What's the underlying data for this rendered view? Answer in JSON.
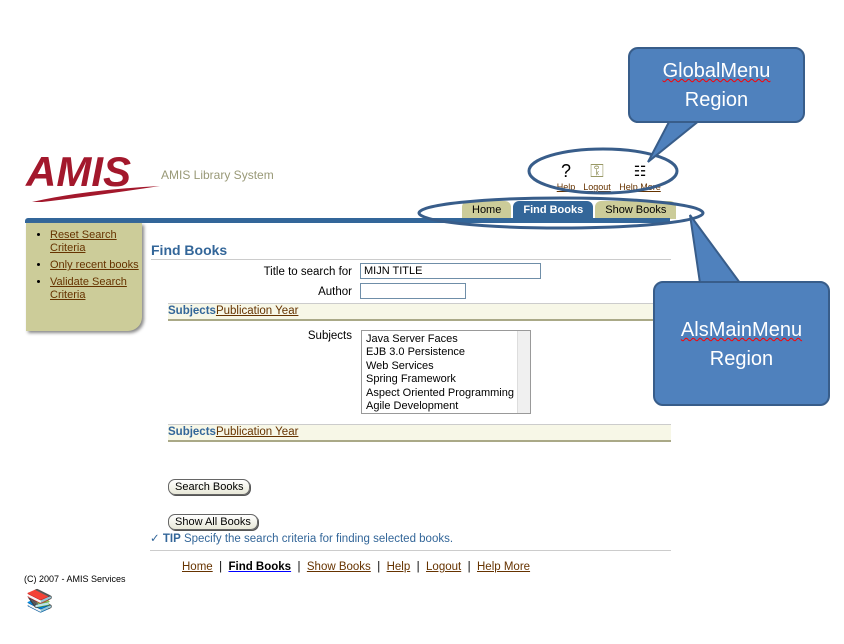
{
  "header": {
    "logo_text": "AMIS",
    "system_name": "AMIS Library System"
  },
  "global_menu": [
    {
      "label": "Help",
      "icon": "question-icon"
    },
    {
      "label": "Logout",
      "icon": "key-icon"
    },
    {
      "label": "Help More",
      "icon": "help-more-icon"
    }
  ],
  "main_tabs": [
    {
      "label": "Home",
      "selected": false
    },
    {
      "label": "Find Books",
      "selected": true
    },
    {
      "label": "Show Books",
      "selected": false
    }
  ],
  "side_menu": [
    "Reset Search Criteria",
    "Only recent books",
    "Validate Search Criteria"
  ],
  "page_title": "Find Books",
  "form": {
    "title_label": "Title to search for",
    "title_value": "MIJN TITLE",
    "author_label": "Author",
    "author_value": "",
    "subjects_label": "Subjects"
  },
  "subtabs": {
    "active": "Subjects",
    "other": "Publication Year"
  },
  "subjects": [
    "Java Server Faces",
    "EJB 3.0 Persistence",
    "Web Services",
    "Spring Framework",
    "Aspect Oriented Programming",
    "Agile Development"
  ],
  "buttons": {
    "search": "Search Books",
    "show_all": "Show All Books"
  },
  "tip": {
    "label": "TIP",
    "text": "Specify the search criteria for finding selected books."
  },
  "footer_links": [
    "Home",
    "Find Books",
    "Show Books",
    "Help",
    "Logout",
    "Help More"
  ],
  "copyright": "(C) 2007 - AMIS Services",
  "callouts": {
    "global": {
      "line1": "GlobalMenu",
      "line2": "Region"
    },
    "main": {
      "line1": "AlsMainMenu",
      "line2": "Region"
    }
  },
  "colors": {
    "brand_blue": "#336699",
    "tab_tan": "#cccc99",
    "callout": "#4f81bd"
  }
}
